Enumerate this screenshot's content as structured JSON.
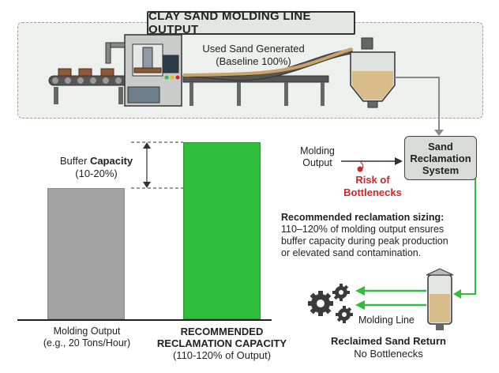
{
  "title": "CLAY SAND MOLDING LINE OUTPUT",
  "used_sand": {
    "line1": "Used Sand Generated",
    "line2": "(Baseline 100%)"
  },
  "srs": {
    "line1": "Sand",
    "line2": "Reclamation",
    "line3": "System"
  },
  "molding_output_label": {
    "line1": "Molding",
    "line2": "Output"
  },
  "risk": {
    "line1": "Risk of",
    "line2": "Bottlenecks",
    "color": "#d0262a"
  },
  "buffer": {
    "word1": "Buffer",
    "word2": "Capacity",
    "range": "(10-20%)"
  },
  "sizing": {
    "heading": "Recommended reclamation sizing:",
    "line1": "110–120% of molding output ensures",
    "line2": "buffer capacity during peak production",
    "line3": "or elevated sand contamination."
  },
  "bar_left": {
    "line1": "Molding Output",
    "line2": "(e.g., 20 Tons/Hour)",
    "color": "#a3a3a3"
  },
  "bar_right": {
    "line1": "RECOMMENDED",
    "line2": "RECLAMATION CAPACITY",
    "line3": "(110-120% of Output)",
    "color": "#2fbf3d"
  },
  "molding_line_label": "Molding Line",
  "return": {
    "title": "Reclaimed Sand Return",
    "subtitle": "No Bottlenecks"
  },
  "colors": {
    "arrow_green": "#2fbf3d",
    "arrow_gray": "#8a8a8a",
    "panel_bg": "#eef0ee"
  }
}
